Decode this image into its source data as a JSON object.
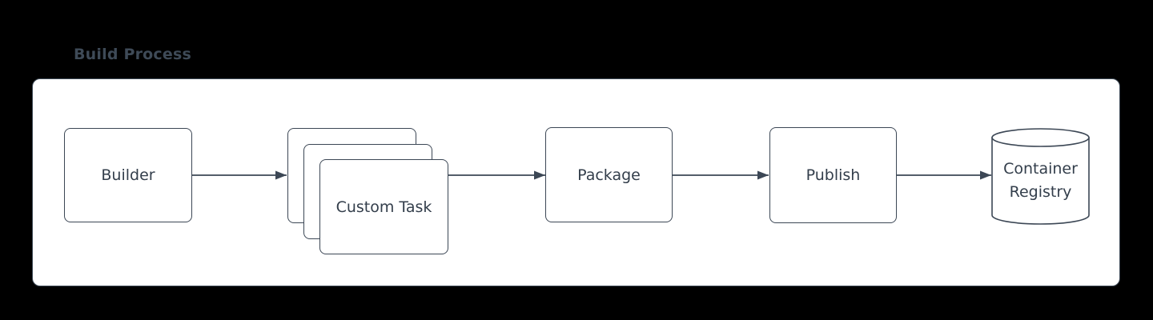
{
  "title": "Build Process",
  "diagram": {
    "nodes": {
      "builder": {
        "label": "Builder",
        "shape": "rounded-rectangle"
      },
      "custom_task": {
        "label": "Custom Task",
        "shape": "stacked-rectangles",
        "stack_count": 3
      },
      "package": {
        "label": "Package",
        "shape": "rounded-rectangle"
      },
      "publish": {
        "label": "Publish",
        "shape": "rounded-rectangle"
      },
      "container_registry": {
        "label": "Container Registry",
        "shape": "cylinder"
      }
    },
    "edges": [
      {
        "from": "builder",
        "to": "custom_task"
      },
      {
        "from": "custom_task",
        "to": "package"
      },
      {
        "from": "package",
        "to": "publish"
      },
      {
        "from": "publish",
        "to": "container_registry"
      }
    ]
  },
  "colors": {
    "page_background": "#000000",
    "canvas_background": "#ffffff",
    "canvas_border": "#3e4a57",
    "shape_stroke": "#3c4755",
    "shape_fill": "#ffffff",
    "label_text": "#333e4b",
    "title_text": "#3e4a57"
  }
}
